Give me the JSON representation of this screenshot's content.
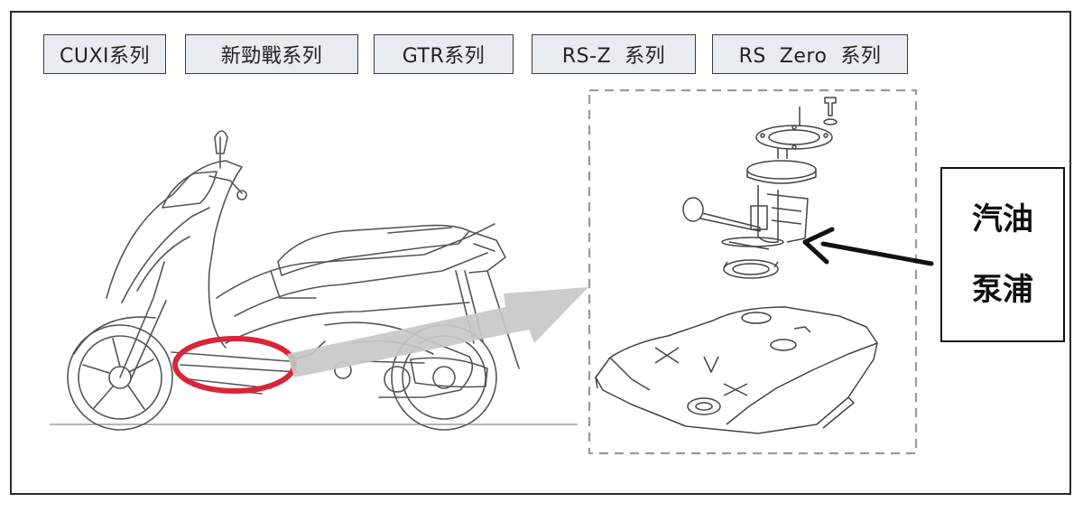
{
  "series_tags": [
    {
      "id": "cuxi",
      "label": "CUXI系列"
    },
    {
      "id": "xinjinzhan",
      "label": "新勁戰系列"
    },
    {
      "id": "gtr",
      "label": "GTR系列"
    },
    {
      "id": "rsz",
      "label": "RS-Z  系列"
    },
    {
      "id": "rszero",
      "label": "RS  Zero  系列"
    }
  ],
  "callout": {
    "line1": "汽油",
    "line2": "泵浦"
  },
  "colors": {
    "highlight_circle": "#d9243a",
    "arrow_gray": "#c8c8c8",
    "tag_background": "#e8ebef"
  }
}
